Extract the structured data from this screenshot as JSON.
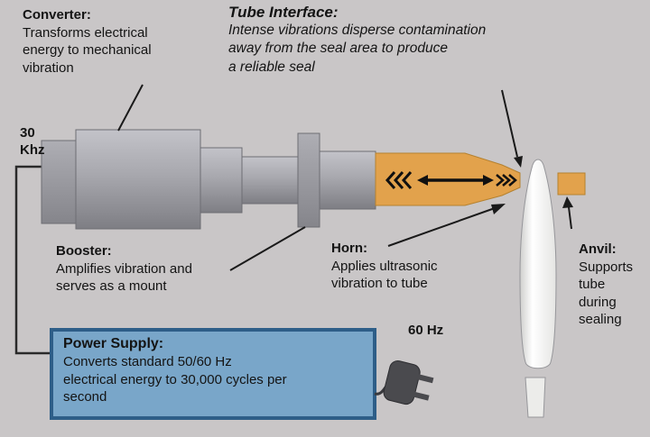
{
  "colors": {
    "background": "#c9c6c7",
    "metal": "#a8a8ae",
    "metal_dark": "#96969c",
    "horn": "#e2a24c",
    "anvil": "#e2a24c",
    "power_box_fill": "#79a6c9",
    "power_box_border": "#2e5e88",
    "line": "#1a1a1a"
  },
  "labels": {
    "converter": {
      "title": "Converter:",
      "body": "Transforms electrical\nenergy to mechanical\nvibration"
    },
    "tube_interface": {
      "title": "Tube Interface:",
      "body": "Intense vibrations disperse contamination\naway from the seal area to produce\na reliable seal"
    },
    "frequency_left": "30\nKhz",
    "booster": {
      "title": "Booster:",
      "body": "Amplifies vibration and\nserves as a mount"
    },
    "horn": {
      "title": "Horn:",
      "body": "Applies ultrasonic\nvibration to tube"
    },
    "anvil": {
      "title": "Anvil:",
      "body": "Supports\ntube\nduring\nsealing"
    },
    "power_supply": {
      "title": "Power Supply:",
      "body": "Converts standard 50/60 Hz\nelectrical energy to 30,000 cycles per\nsecond"
    },
    "frequency_plug": "60 Hz"
  }
}
